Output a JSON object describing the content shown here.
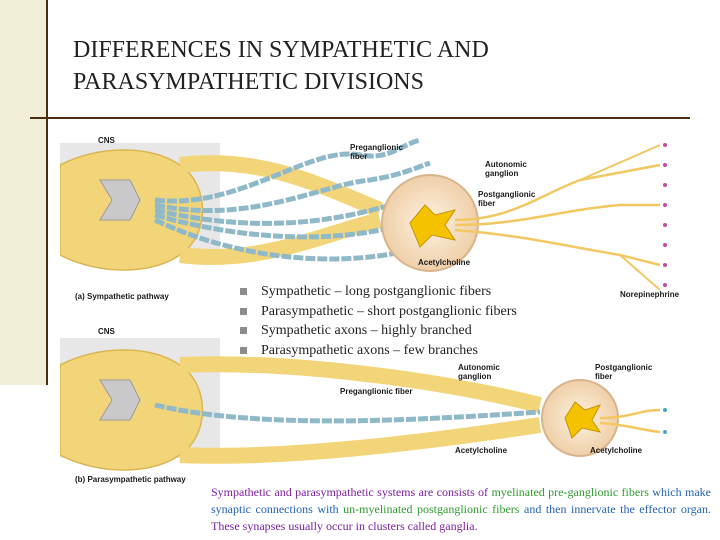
{
  "slide": {
    "title": "DIFFERENCES IN SYMPATHETIC AND PARASYMPATHETIC DIVISIONS"
  },
  "figure_a": {
    "cns_label": "CNS",
    "preganglionic_label": "Preganglionic\nfiber",
    "autonomic_ganglion_label": "Autonomic\nganglion",
    "postganglionic_label": "Postganglionic\nfiber",
    "acetylcholine_label": "Acetylcholine",
    "norepinephrine_label": "Norepinephrine",
    "caption": "(a) Sympathetic pathway"
  },
  "figure_b": {
    "cns_label": "CNS",
    "autonomic_ganglion_label": "Autonomic\nganglion",
    "postganglionic_label": "Postganglionic\nfiber",
    "preganglionic_label": "Preganglionic fiber",
    "acetylcholine_label_1": "Acetylcholine",
    "acetylcholine_label_2": "Acetylcholine",
    "caption": "(b) Parasympathetic pathway"
  },
  "bullets": [
    "Sympathetic – long postganglionic fibers",
    "Parasympathetic – short postganglionic fibers",
    "Sympathetic axons – highly branched",
    "Parasympathetic axons – few branches"
  ],
  "note": {
    "part1": "Sympathetic and parasympathetic systems are consists of ",
    "part2": "myelinated pre-ganglionic fibers",
    "part3": " which make synaptic connections with ",
    "part4": "un-myelinated postganglionic fibers",
    "part5": " and then innervate the effector organ. ",
    "part6": "These synapses usually occur in clusters called ganglia."
  },
  "colors": {
    "accent_rule": "#4a2d0e",
    "panel": "#f2efd8",
    "cord": "#f3d579",
    "fiber": "#8fb9c9",
    "ganglion": "#f7e3cc",
    "purple_text": "#7b1fa2",
    "blue_text": "#2462b2",
    "green_text": "#2f9a2f"
  }
}
